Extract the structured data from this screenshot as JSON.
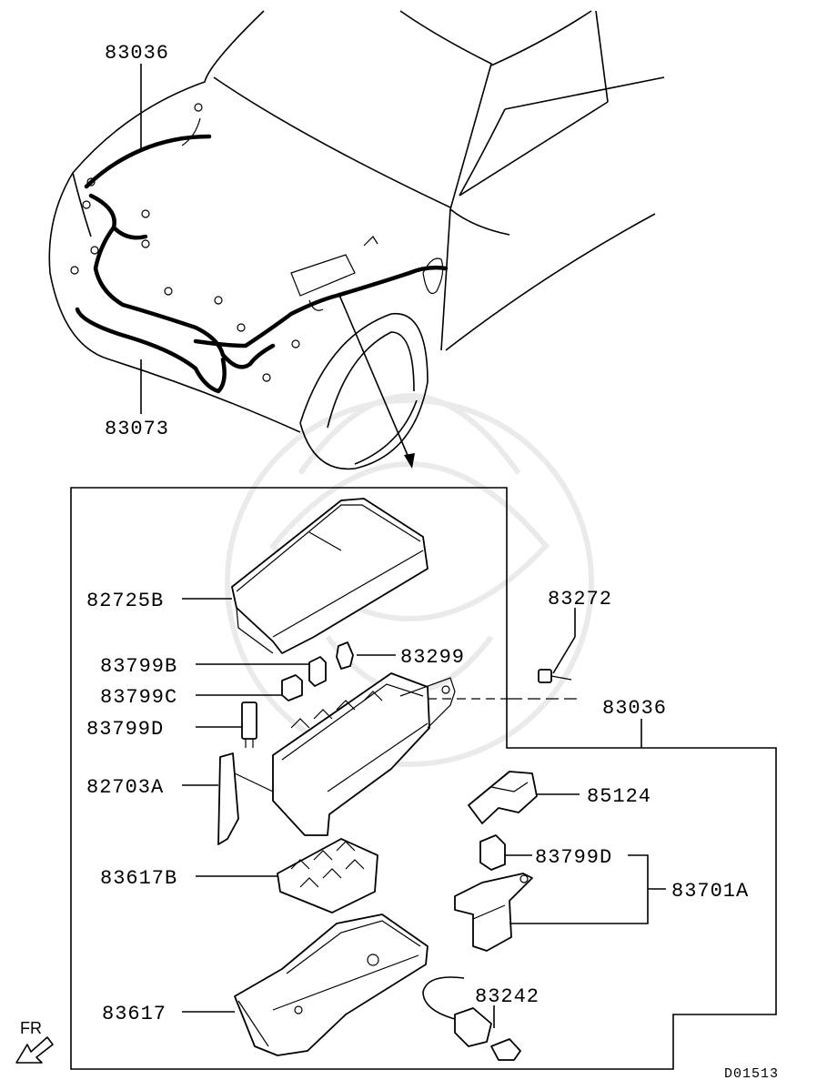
{
  "labels": {
    "l83036_top": "83036",
    "l83073": "83073",
    "l82725B": "82725B",
    "l83272": "83272",
    "l83799B": "83799B",
    "l83299": "83299",
    "l83799C": "83799C",
    "l83036_right": "83036",
    "l83799D_left": "83799D",
    "l82703A": "82703A",
    "l85124": "85124",
    "l83799D_right": "83799D",
    "l83617B": "83617B",
    "l83701A": "83701A",
    "l83242": "83242",
    "l83617": "83617"
  },
  "orientation": {
    "text": "FR",
    "icon": "front-arrow-icon"
  },
  "diagram_code": "D01513"
}
